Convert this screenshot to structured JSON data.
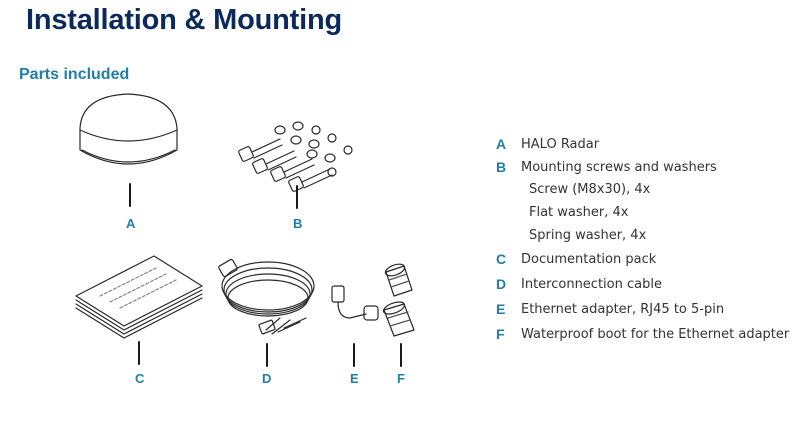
{
  "header": {
    "title": "Installation & Mounting",
    "subtitle": "Parts included"
  },
  "figure": {
    "labels": [
      "A",
      "B",
      "C",
      "D",
      "E",
      "F"
    ]
  },
  "legend": {
    "items": [
      {
        "key": "A",
        "text": "HALO Radar"
      },
      {
        "key": "B",
        "text": "Mounting screws and washers"
      },
      {
        "key": "C",
        "text": "Documentation pack"
      },
      {
        "key": "D",
        "text": "Interconnection cable"
      },
      {
        "key": "E",
        "text": "Ethernet adapter, RJ45 to 5-pin"
      },
      {
        "key": "F",
        "text": "Waterproof boot for the Ethernet adapter"
      }
    ],
    "sub_items": [
      "Screw (M8x30), 4x",
      "Flat washer, 4x",
      "Spring washer, 4x"
    ]
  },
  "colors": {
    "title": "#0b2a5b",
    "accent": "#1f7fa8",
    "body_text": "#333333",
    "line_art": "#2a2a2a"
  }
}
